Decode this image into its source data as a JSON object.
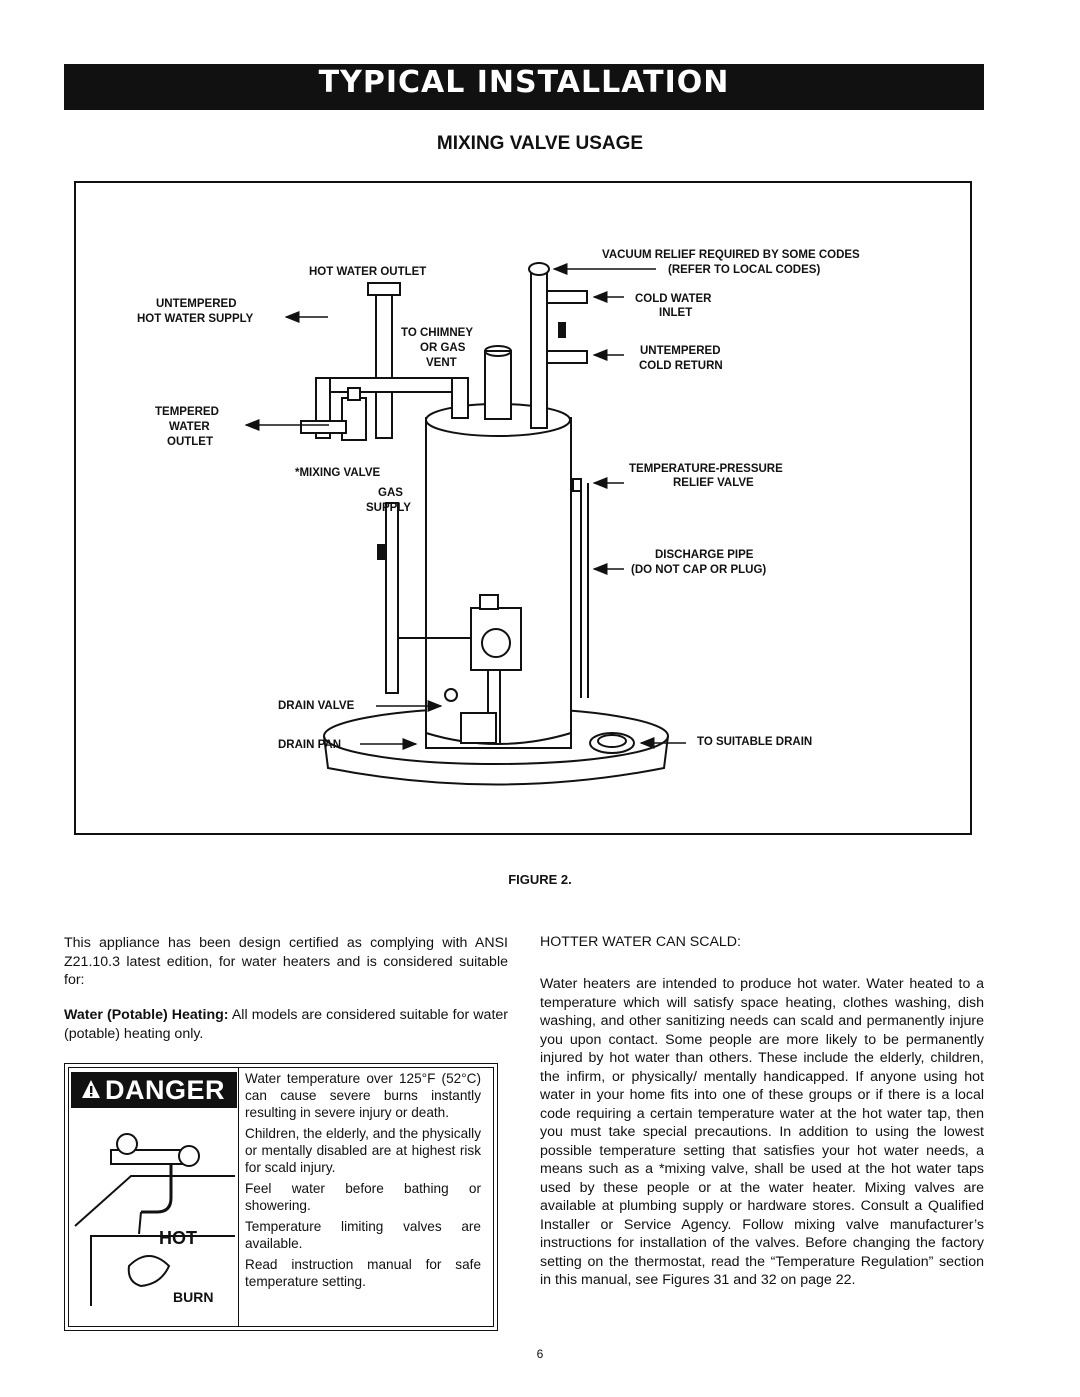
{
  "header": {
    "banner_title": "TYPICAL INSTALLATION"
  },
  "section": {
    "title": "MIXING VALVE USAGE"
  },
  "figure": {
    "caption": "FIGURE 2.",
    "labels": {
      "hot_water_outlet": "HOT WATER OUTLET",
      "untempered_hot_1": "UNTEMPERED",
      "untempered_hot_2": "HOT WATER SUPPLY",
      "to_chimney_1": "TO CHIMNEY",
      "to_chimney_2": "OR GAS",
      "to_chimney_3": "VENT",
      "tempered_1": "TEMPERED",
      "tempered_2": "WATER",
      "tempered_3": "OUTLET",
      "mixing_valve": "*MIXING VALVE",
      "gas_supply_1": "GAS",
      "gas_supply_2": "SUPPLY",
      "drain_valve": "DRAIN VALVE",
      "drain_pan": "DRAIN PAN",
      "vacuum_relief_1": "VACUUM RELIEF REQUIRED BY SOME CODES",
      "vacuum_relief_2": "(REFER TO LOCAL CODES)",
      "cold_water_1": "COLD WATER",
      "cold_water_2": "INLET",
      "untempered_cold_1": "UNTEMPERED",
      "untempered_cold_2": "COLD RETURN",
      "tp_relief_1": "TEMPERATURE-PRESSURE",
      "tp_relief_2": "RELIEF VALVE",
      "discharge_1": "DISCHARGE PIPE",
      "discharge_2": "(DO NOT CAP OR PLUG)",
      "to_drain": "TO SUITABLE DRAIN"
    }
  },
  "body": {
    "left_paragraph": "This appliance has been design certified as complying with ANSI Z21.10.3 latest edition, for water heaters and is considered suitable for:",
    "potable_lead": "Water (Potable) Heating:",
    "potable_text": " All models are considered suitable for water (potable) heating only.",
    "right_heading": "HOTTER WATER CAN SCALD:",
    "right_paragraph": "Water heaters are intended to produce hot water. Water heated to a temperature which will satisfy space heating, clothes washing, dish washing, and other sanitizing needs can scald and permanently injure you upon contact. Some people are more likely to be permanently injured by hot water than others. These include the elderly, children, the infirm, or physically/ mentally handicapped. If anyone using hot water in your home fits into one of these groups or if there is a local code requiring a certain temperature water at the hot water tap, then you must take special precautions. In addition to using the lowest possible temperature setting that satisfies your hot water needs, a means such as a *mixing valve, shall be used at the hot water taps used by these people or at the water heater. Mixing valves are available at plumbing supply or hardware stores. Consult a Qualified Installer or Service Agency. Follow mixing valve manufacturer’s instructions for installation of the valves. Before changing the factory setting on the thermostat, read the “Temperature Regulation” section in this manual, see Figures 31 and 32 on page 22."
  },
  "danger": {
    "signal_word": "DANGER",
    "art_hot": "HOT",
    "art_burn": "BURN",
    "items": [
      "Water temperature over 125°F (52°C) can cause severe burns instantly resulting in severe injury or death.",
      "Children, the elderly, and the physically or mentally disabled are at highest risk for scald injury.",
      "Feel water before bathing or showering.",
      "Temperature limiting valves are available.",
      "Read instruction manual for safe temperature setting."
    ]
  },
  "footer": {
    "page_number": "6"
  }
}
